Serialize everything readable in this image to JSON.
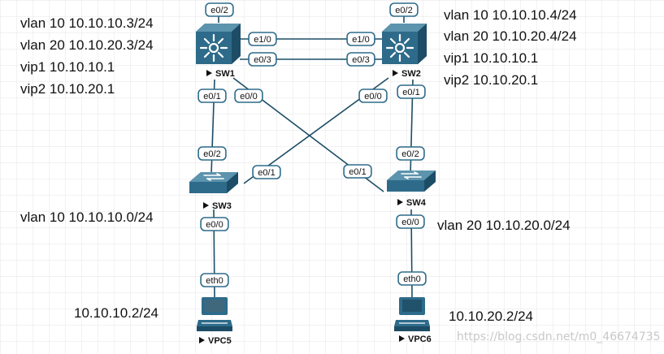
{
  "colors": {
    "device": "#2e6b8a",
    "device_dark": "#1d4d66",
    "link": "#1d4d66",
    "port_fill": "#ffffff",
    "port_border": "#2e6b8a",
    "grid": "#e6e6e6",
    "text": "#111111"
  },
  "devices": {
    "sw1": {
      "label": "SW1",
      "icon": "multilayer-switch-icon"
    },
    "sw2": {
      "label": "SW2",
      "icon": "multilayer-switch-icon"
    },
    "sw3": {
      "label": "SW3",
      "icon": "switch-icon"
    },
    "sw4": {
      "label": "SW4",
      "icon": "switch-icon"
    },
    "vpc5": {
      "label": "VPC5",
      "icon": "pc-icon"
    },
    "vpc6": {
      "label": "VPC6",
      "icon": "pc-icon"
    }
  },
  "ports": {
    "sw1_top": "e0/2",
    "sw2_top": "e0/2",
    "sw1_e10": "e1/0",
    "sw2_e10": "e1/0",
    "sw1_e03": "e0/3",
    "sw2_e03": "e0/3",
    "sw1_e01": "e0/1",
    "sw1_e00": "e0/0",
    "sw2_e00": "e0/0",
    "sw2_e01": "e0/1",
    "sw3_e02": "e0/2",
    "sw3_e01": "e0/1",
    "sw4_e01": "e0/1",
    "sw4_e02": "e0/2",
    "sw3_e00": "e0/0",
    "sw4_e00": "e0/0",
    "vpc5_eth0": "eth0",
    "vpc6_eth0": "eth0"
  },
  "notes": {
    "sw1_vlan10": "vlan 10 10.10.10.3/24",
    "sw1_vlan20": "vlan 20 10.10.20.3/24",
    "sw1_vip1": "vip1 10.10.10.1",
    "sw1_vip2": "vip2 10.10.20.1",
    "sw2_vlan10": "vlan 10 10.10.10.4/24",
    "sw2_vlan20": "vlan 20 10.10.20.4/24",
    "sw2_vip1": "vip1 10.10.10.1",
    "sw2_vip2": "vip2 10.10.20.1",
    "sw3_vlan": "vlan 10 10.10.10.0/24",
    "sw4_vlan": "vlan 20 10.10.20.0/24",
    "vpc5_ip": "10.10.10.2/24",
    "vpc6_ip": "10.10.20.2/24"
  },
  "watermark": "https://blog.csdn.net/m0_46674735"
}
